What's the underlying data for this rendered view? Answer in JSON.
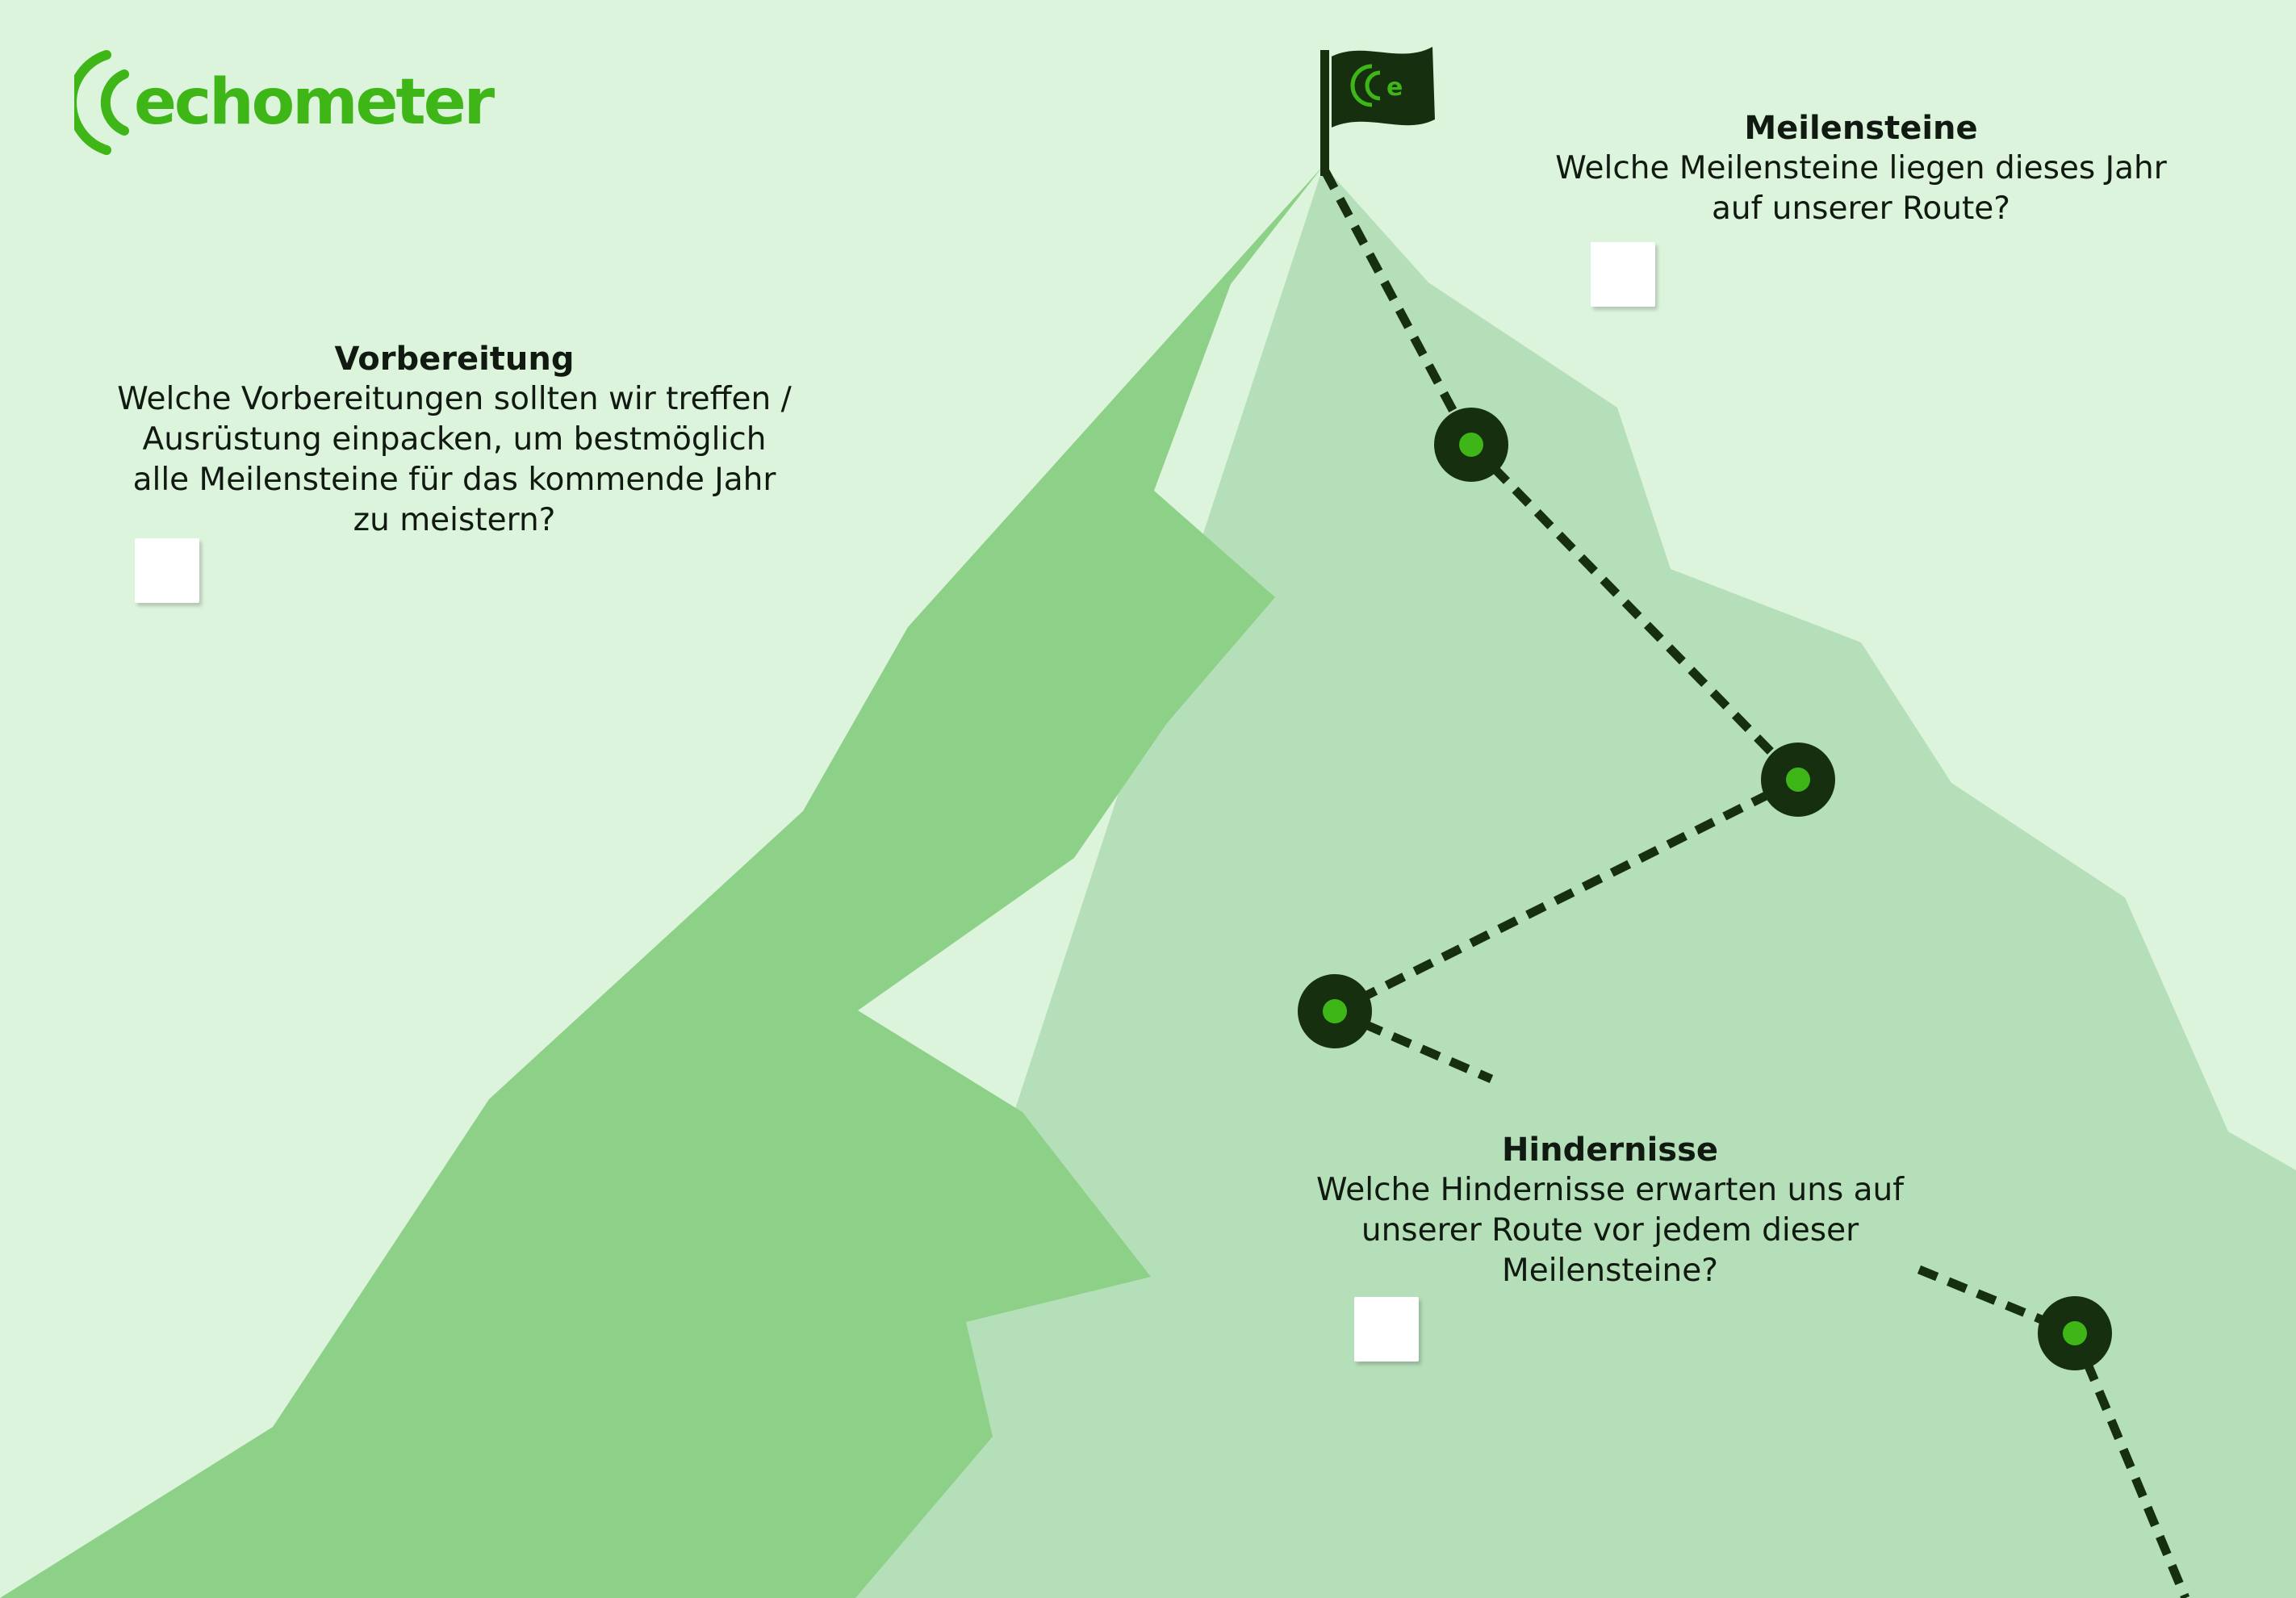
{
  "brand": {
    "name": "echometer",
    "color": "#3fb618",
    "flag_mark": "e"
  },
  "colors": {
    "background": "#dcf3dc",
    "mountain_light": "#b5dfb9",
    "mountain_dark": "#8dd088",
    "path": "#16300f",
    "waypoint_outer": "#16300f",
    "waypoint_inner": "#3fb618"
  },
  "sections": {
    "preparation": {
      "title": "Vorbereitung",
      "question": "Welche Vorbereitungen sollten wir treffen / Ausrüstung einpacken, um bestmöglich alle Meilensteine für das kommende Jahr zu meistern?"
    },
    "milestones": {
      "title": "Meilensteine",
      "question": "Welche Meilensteine liegen dieses Jahr auf unserer Route?"
    },
    "obstacles": {
      "title": "Hindernisse",
      "question": "Welche Hindernisse erwarten uns auf unserer Route vor jedem dieser Meilensteine?"
    }
  },
  "icons": [
    "echometer-logo-icon",
    "summit-flag-icon",
    "waypoint-icon",
    "sticky-note"
  ]
}
